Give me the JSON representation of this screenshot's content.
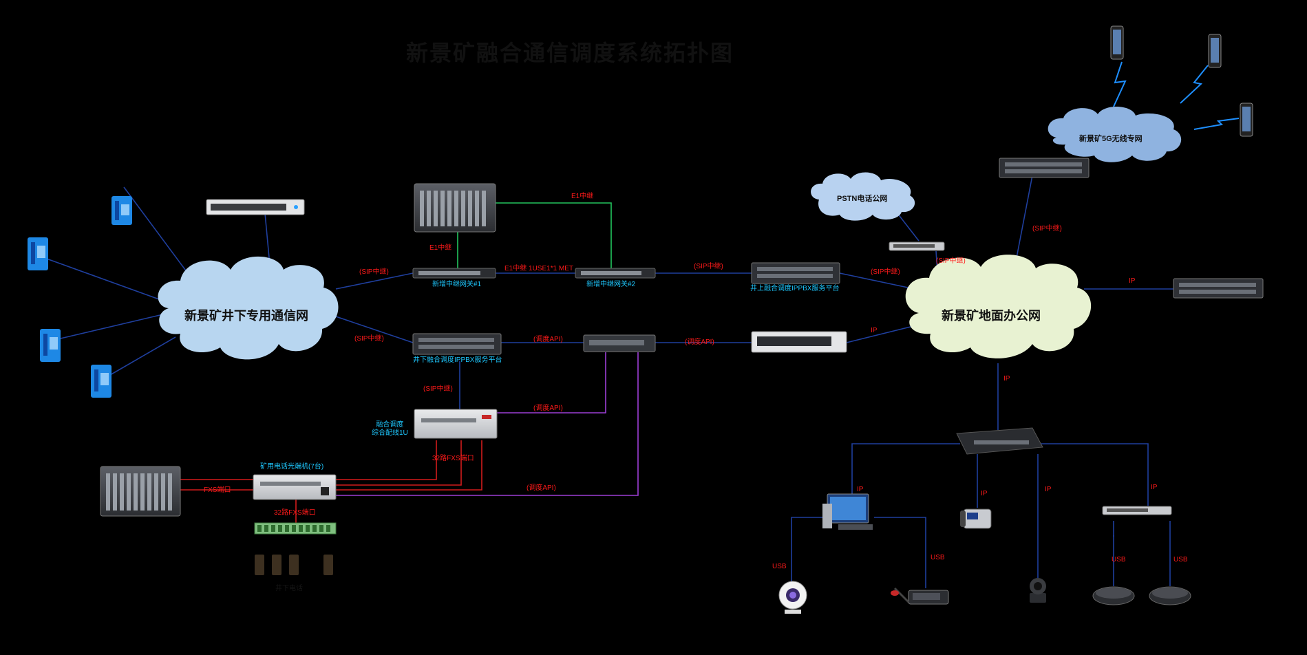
{
  "title": "新景矿融合通信调度系统拓扑图",
  "networks": {
    "underground": "新景矿井下专用通信网",
    "surface": "新景矿地面办公网",
    "pstn": "PSTN电话公网",
    "wireless5g": "新景矿5G无线专网"
  },
  "devices": {
    "gateway1": "新增中继网关#1",
    "gateway2": "新增中继网关#2",
    "ug_platform": "井下融合调度IPPBX服务平台",
    "surface_platform": "井上融合调度IPPBX服务平台",
    "dispatch_board": "融合调度\n综合配线1U",
    "fiber_units": "矿用电话光端机(7台)",
    "ug_phones_label": "井下电话"
  },
  "links": {
    "sip_trunk": "(SIP中继)",
    "e1": "E1中继",
    "e1_bundle": "E1中继 1USE1*1 MET",
    "api": "(调度API)",
    "ip": "IP",
    "usb": "USB",
    "fxs_port": "FXS端口",
    "fxs_port_full": "32路FXS端口"
  },
  "colors": {
    "link_blue": "#1f3f9e",
    "link_green": "#22c55e",
    "link_purple": "#9d3fd6",
    "link_red": "#d21b1b",
    "cloud_blue": "#b8d6f0",
    "cloud_green": "#e8f2d2",
    "cloud_pstn": "#b8d2f0",
    "cloud_5g": "#8fb3e0"
  }
}
